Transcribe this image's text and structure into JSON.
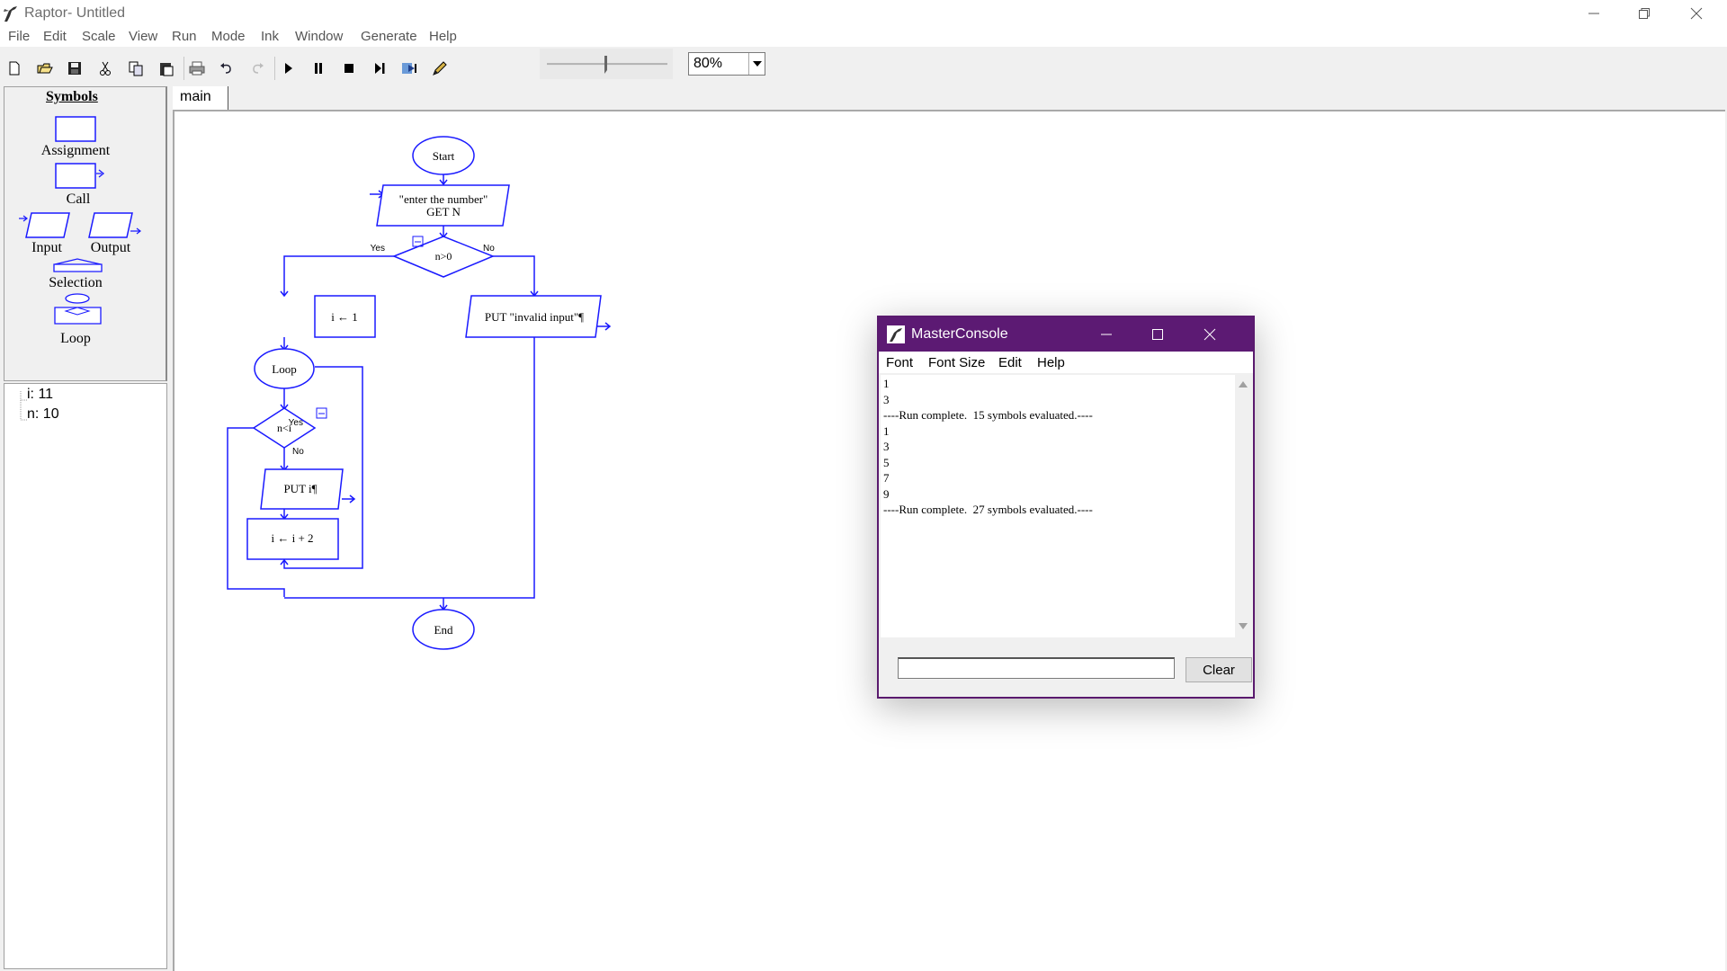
{
  "window": {
    "title": "Raptor- Untitled"
  },
  "menu": [
    "File",
    "Edit",
    "Scale",
    "View",
    "Run",
    "Mode",
    "Ink",
    "Window",
    "Generate",
    "Help"
  ],
  "toolbar": {
    "buttons": [
      "new-file-icon",
      "open-folder-icon",
      "save-icon",
      "cut-icon",
      "copy-icon",
      "paste-icon",
      "print-icon",
      "undo-icon",
      "redo-icon",
      "play-icon",
      "pause-icon",
      "stop-icon",
      "step-icon",
      "step-into-icon",
      "pen-icon"
    ],
    "zoom": "80%"
  },
  "symbols": {
    "title": "Symbols",
    "assignment": "Assignment",
    "call": "Call",
    "input": "Input",
    "output": "Output",
    "selection": "Selection",
    "loop": "Loop"
  },
  "variables": [
    {
      "text": "i: 11"
    },
    {
      "text": "n: 10"
    }
  ],
  "tabs": {
    "main": "main"
  },
  "flowchart": {
    "start": "Start",
    "get_prompt": "\"enter the number\"",
    "get_var": "GET N",
    "cond1": "n>0",
    "yes": "Yes",
    "no": "No",
    "assign_init": "i ← 1",
    "put_invalid": "PUT \"invalid input\"¶",
    "loop": "Loop",
    "cond2": "n<i",
    "put_i": "PUT i¶",
    "assign_inc": "i ← i + 2",
    "end": "End"
  },
  "console": {
    "title": "MasterConsole",
    "menu": [
      "Font",
      "Font Size",
      "Edit",
      "Help"
    ],
    "output": [
      "1",
      "3",
      "----Run complete.  15 symbols evaluated.----",
      "1",
      "3",
      "5",
      "7",
      "9",
      "----Run complete.  27 symbols evaluated.----"
    ],
    "input_value": "",
    "clear": "Clear"
  },
  "colors": {
    "flow_stroke": "#1a1aff",
    "console_title_bg": "#5c1a73"
  }
}
